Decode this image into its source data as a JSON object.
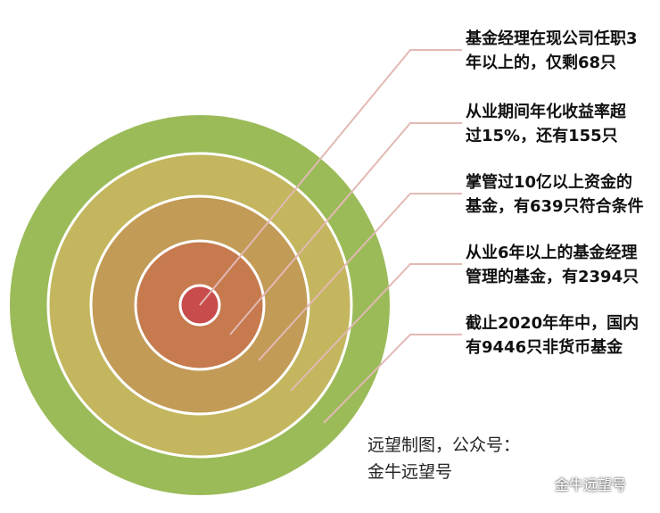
{
  "rings": [
    {
      "label_lines": [
        "基金经理在现公司任职3",
        "年以上的，仅剩68只"
      ],
      "fill": "#c84c4c"
    },
    {
      "label_lines": [
        "从业期间年化收益率超",
        "过15%，还有155只"
      ],
      "fill": "#c67a4e"
    },
    {
      "label_lines": [
        "掌管过10亿以上资金的",
        "基金，有639只符合条件"
      ],
      "fill": "#c29b57"
    },
    {
      "label_lines": [
        "从业6年以上的基金经理",
        "管理的基金，有2394只"
      ],
      "fill": "#c3b65e"
    },
    {
      "label_lines": [
        "截止2020年年中，国内",
        "有9446只非货币基金"
      ],
      "fill": "#9bbb59"
    }
  ],
  "credit_lines": [
    "远望制图，公众号：",
    "金牛远望号"
  ],
  "watermark": {
    "text": "金牛远望号",
    "icon": "wechat-icon"
  },
  "colors": {
    "ring_border": "#ffffff",
    "leader_line": "#e2b9b4"
  }
}
